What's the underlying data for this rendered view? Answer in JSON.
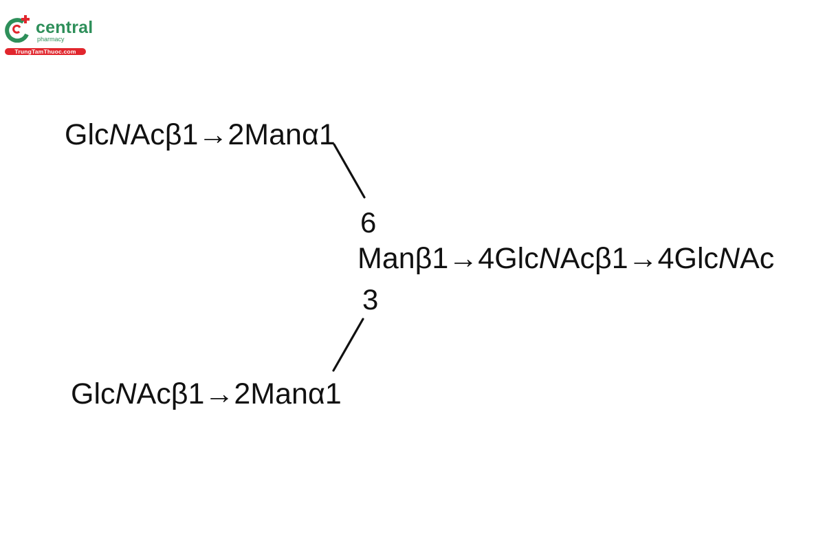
{
  "logo": {
    "brand": "central",
    "subtitle": "pharmacy",
    "website": "TrungTamThuoc.com",
    "colors": {
      "green": "#2e8f5a",
      "red": "#e1262d"
    }
  },
  "diagram": {
    "type": "N-glycan core structure",
    "upper_branch": {
      "pre": "GlcNAcβ1→2Manα1",
      "parts": [
        "Glc",
        "N",
        "Acβ1→2Manα1"
      ]
    },
    "lower_branch": {
      "parts": [
        "Glc",
        "N",
        "Acβ1→2Manα1"
      ]
    },
    "core_chain": {
      "parts": [
        "Manβ1→4Glc",
        "N",
        "Acβ1→4Glc",
        "N",
        "Ac"
      ]
    },
    "linkage_upper": "6",
    "linkage_lower": "3",
    "line_color": "#111111"
  }
}
